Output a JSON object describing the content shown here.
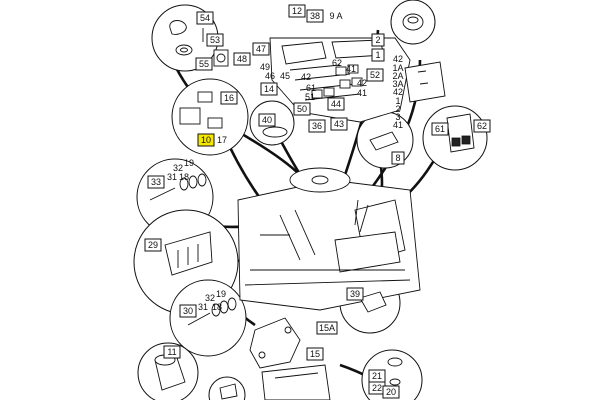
{
  "highlight_color": "#f5e800",
  "line_color": "#111111",
  "callouts": {
    "c54": "54",
    "c53": "53",
    "c55": "55",
    "c48": "48",
    "c12": "12",
    "c38": "38",
    "c9a": "9 A",
    "c2": "2",
    "c1": "1",
    "c47": "47",
    "c49": "49",
    "c46": "46",
    "c45": "45",
    "c14": "14",
    "c62a": "62",
    "c41a": "41",
    "c42a": "42",
    "c61": "61",
    "c51": "51",
    "c44": "44",
    "c52": "52",
    "c42b": "42",
    "c41b": "41",
    "c50": "50",
    "c36": "36",
    "c43": "43",
    "c42c": "42",
    "c1a": "1A",
    "c2a": "2A",
    "c3a": "3A",
    "c16": "16",
    "c10": "10",
    "c17": "17",
    "c40": "40",
    "c8": "8",
    "c61b": "61",
    "c62b": "62",
    "c32a": "32",
    "c19a": "19",
    "c33": "33",
    "c31a": "31",
    "c18a": "18",
    "c29": "29",
    "c39": "39",
    "c32b": "32",
    "c19b": "19",
    "c30": "30",
    "c31b": "31",
    "c18b": "18",
    "c15a": "15A",
    "c15": "15",
    "c11": "11",
    "c21": "21",
    "c22": "22",
    "c20": "20"
  },
  "switch_labels": {
    "l42": "42",
    "l1": "1",
    "l2": "2",
    "l3": "3",
    "l41": "41"
  },
  "highlighted_callout": "10"
}
